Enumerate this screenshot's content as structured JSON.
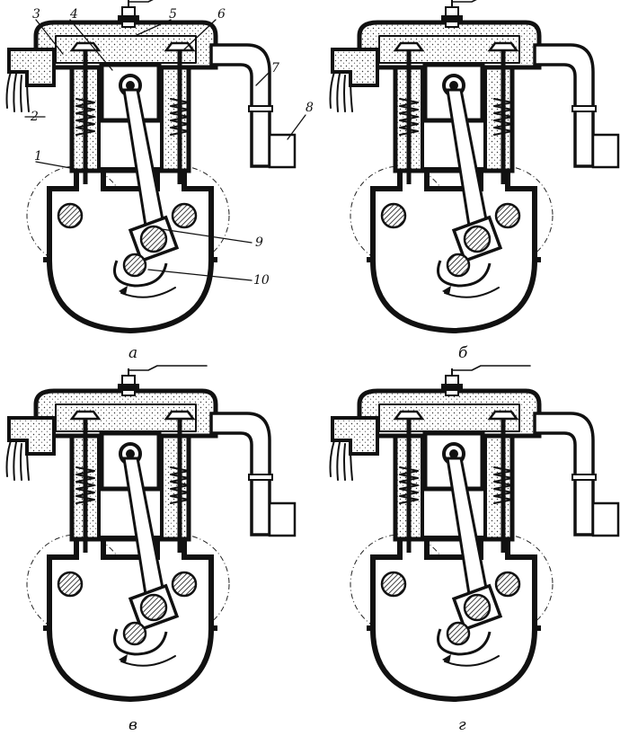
{
  "figure": {
    "panels": [
      {
        "id": "a",
        "caption": "а"
      },
      {
        "id": "b",
        "caption": "б"
      },
      {
        "id": "c",
        "caption": "в"
      },
      {
        "id": "d",
        "caption": "г"
      }
    ],
    "callouts": [
      {
        "num": "1"
      },
      {
        "num": "2"
      },
      {
        "num": "3"
      },
      {
        "num": "4"
      },
      {
        "num": "5"
      },
      {
        "num": "6"
      },
      {
        "num": "7"
      },
      {
        "num": "8"
      },
      {
        "num": "9"
      },
      {
        "num": "10"
      }
    ]
  }
}
